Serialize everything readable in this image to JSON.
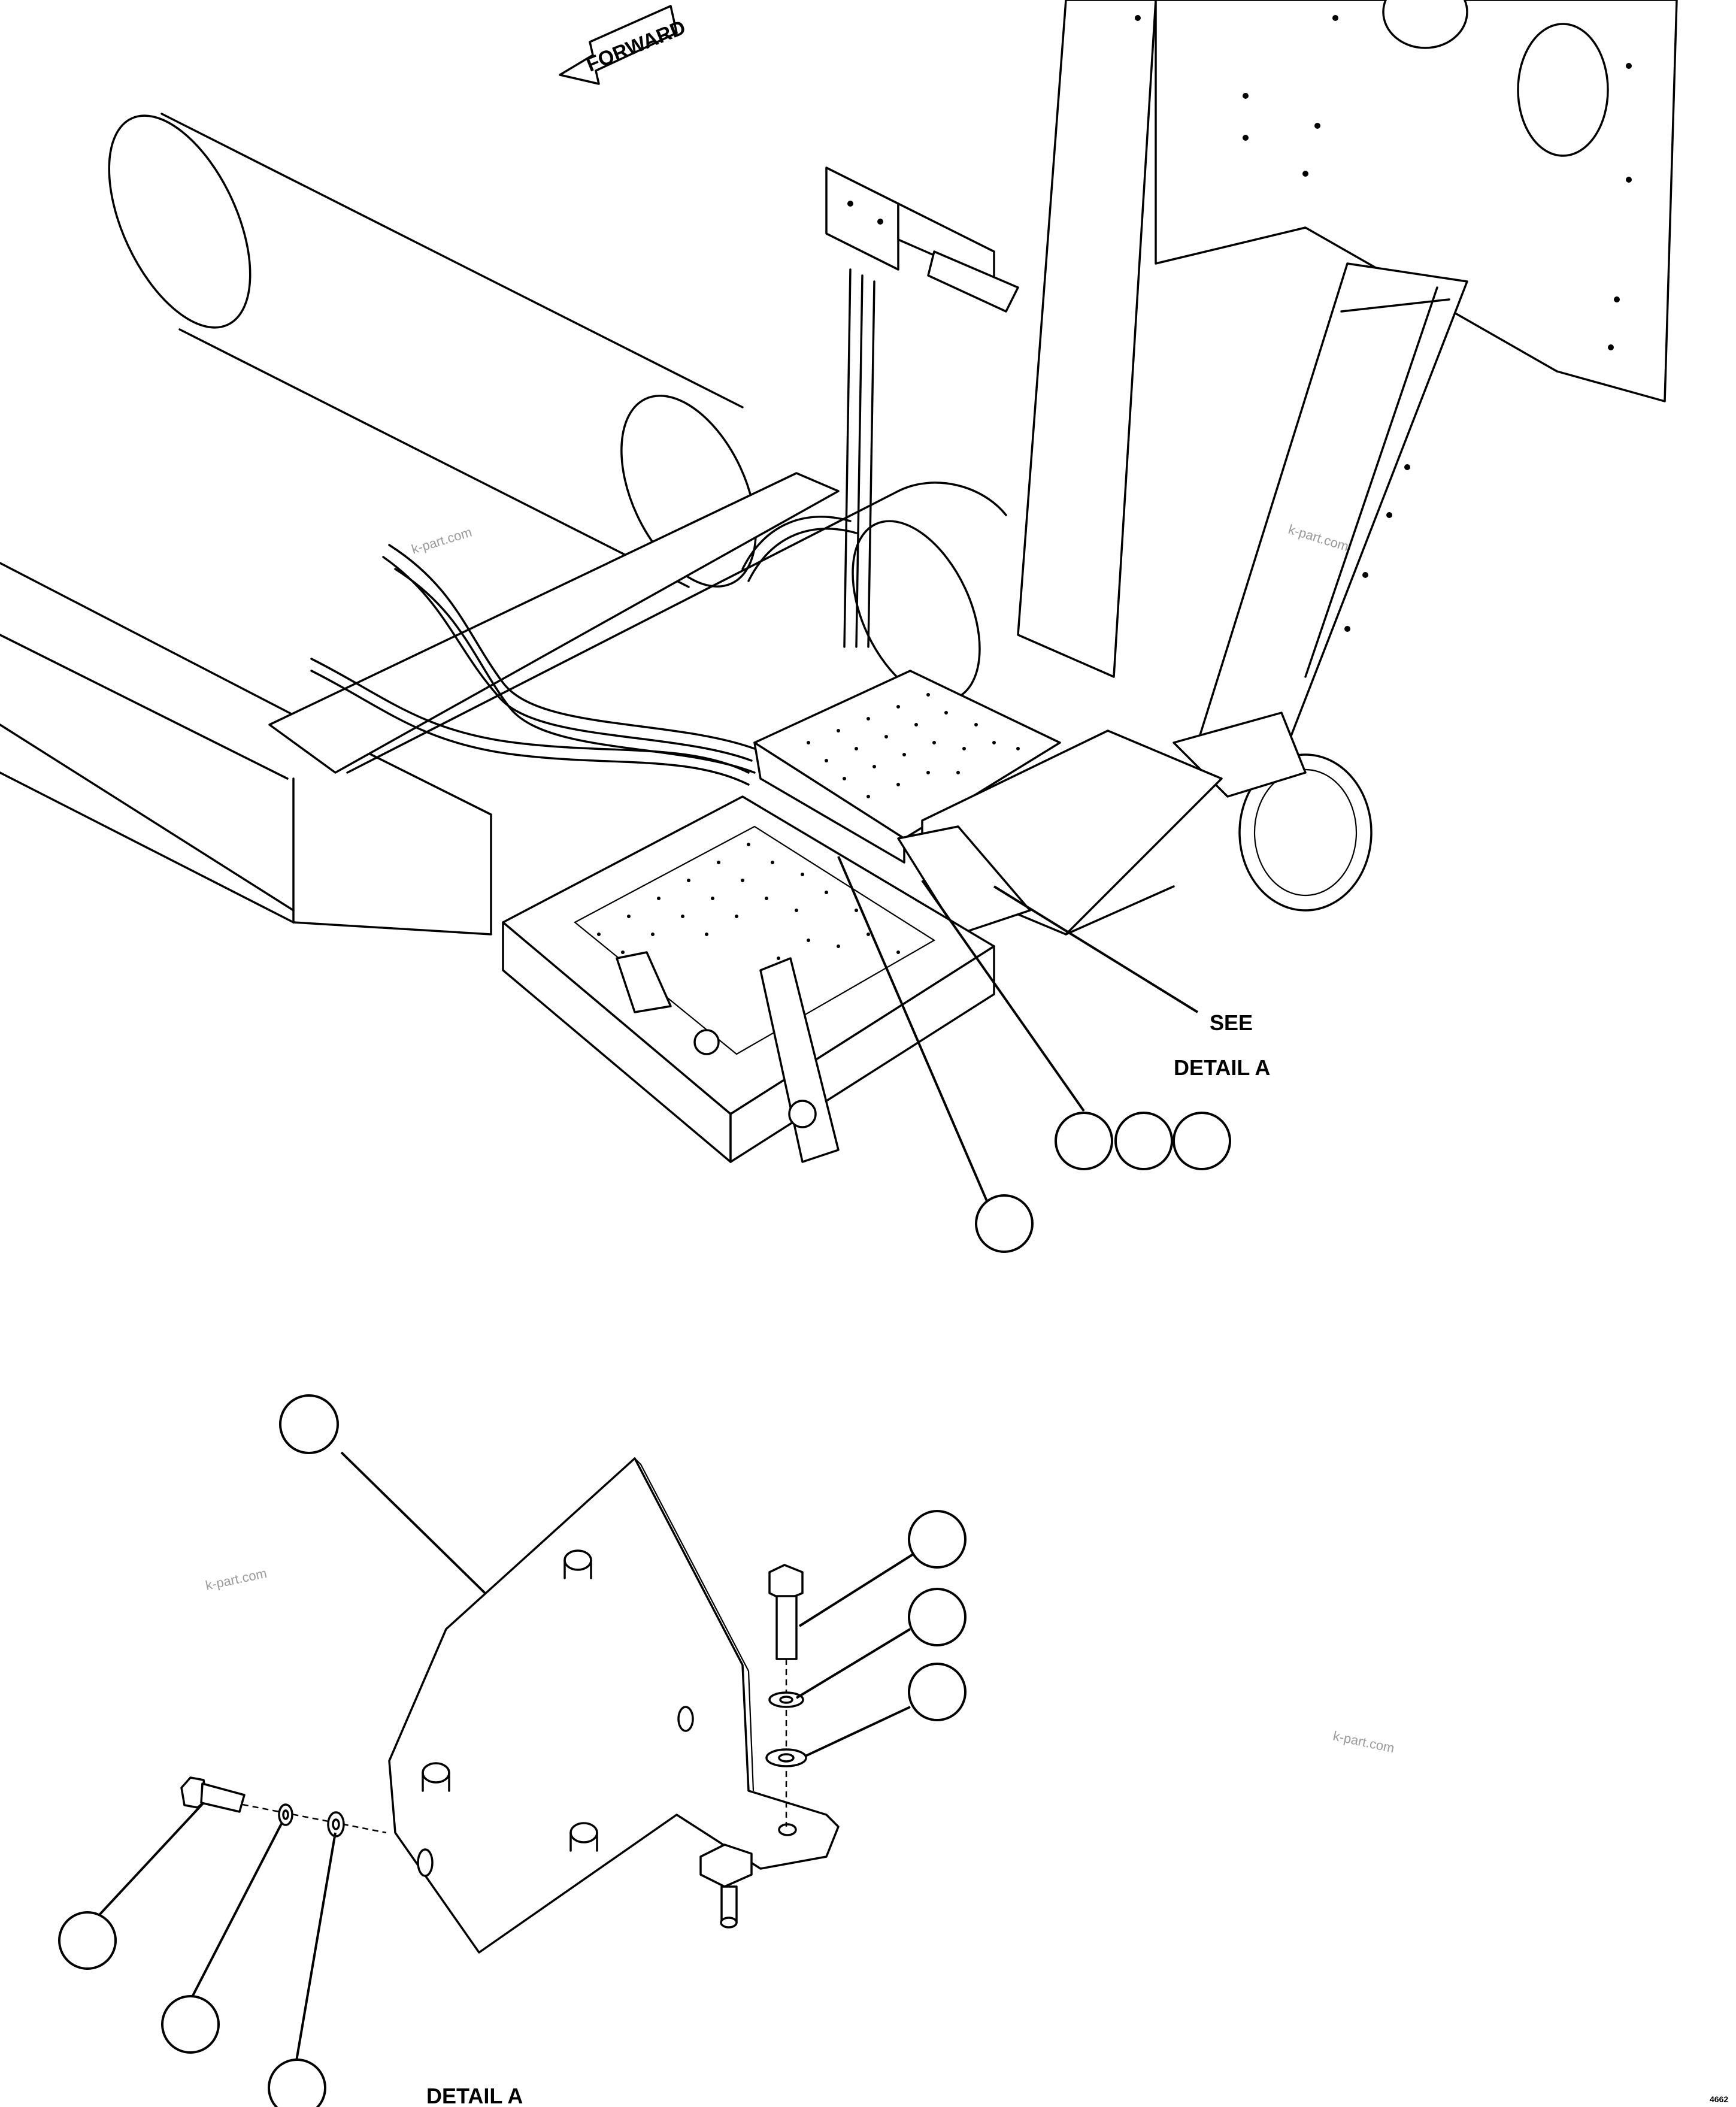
{
  "arrow_label": "FORWARD",
  "see_detail_label": [
    "SEE",
    "DETAIL A"
  ],
  "detail_title": "DETAIL A",
  "drawing_number": "4662",
  "watermarks": [
    "k-part.com",
    "k-part.com",
    "k-part.com",
    "k-part.com"
  ],
  "callout_count": 11
}
